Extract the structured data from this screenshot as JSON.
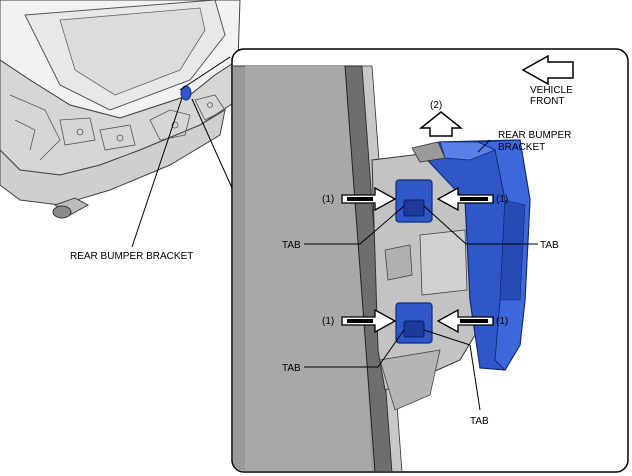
{
  "labels": {
    "overview_part": "REAR BUMPER BRACKET",
    "detail_part_line1": "REAR BUMPER",
    "detail_part_line2": "BRACKET",
    "direction_line1": "VEHICLE",
    "direction_line2": "FRONT",
    "step_2": "(2)",
    "step_1": "(1)",
    "tab": "TAB"
  },
  "colors": {
    "bracket_blue": "#2f57c8",
    "bracket_dark": "#1b3a9a",
    "panel_gray": "#b9b9b9",
    "line": "#000000"
  }
}
